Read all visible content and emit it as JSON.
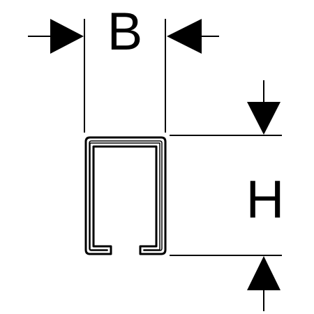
{
  "diagram": {
    "labels": {
      "width": "B",
      "height": "H"
    },
    "colors": {
      "line": "#000000",
      "background": "#ffffff"
    },
    "shape": "C-channel profile cross-section",
    "icons": {
      "arrow": "solid-triangle-arrowhead"
    }
  }
}
